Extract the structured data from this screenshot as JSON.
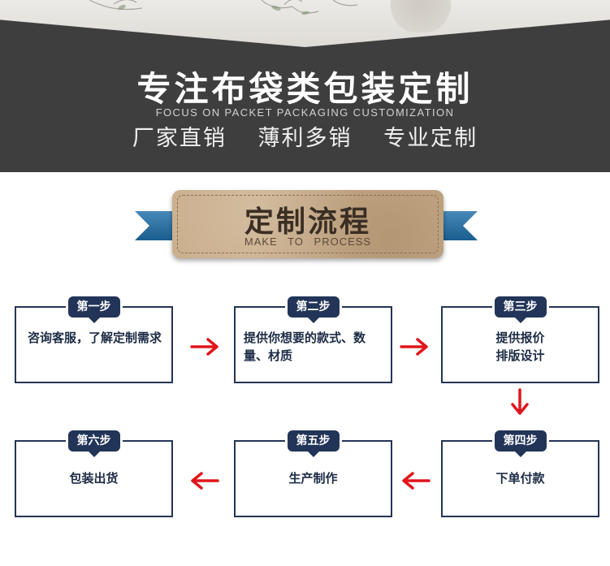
{
  "banner": {
    "title": "专注布袋类包装定制",
    "subtitle": "FOCUS ON PACKET PACKAGING CUSTOMIZATION",
    "slogans": [
      "厂家直销",
      "薄利多销",
      "专业定制"
    ]
  },
  "process": {
    "title": "定制流程",
    "subtitle": "MAKE TO PROCESS"
  },
  "steps": [
    {
      "label": "第一步",
      "text": "咨询客服，了解定制需求"
    },
    {
      "label": "第二步",
      "text": "提供你想要的款式、数量、材质"
    },
    {
      "label": "第三步",
      "text_lines": [
        "提供报价",
        "排版设计"
      ]
    },
    {
      "label": "第四步",
      "text": "下单付款"
    },
    {
      "label": "第五步",
      "text": "生产制作"
    },
    {
      "label": "第六步",
      "text": "包装出货"
    }
  ],
  "colors": {
    "banner_bg": "#3e3e3e",
    "step_border": "#243556",
    "arrow": "#e0161b",
    "ribbon": "#1f6fa8",
    "paper": "#c9ad8a"
  },
  "icons": [
    "right-arrow-icon",
    "down-arrow-icon",
    "left-arrow-icon"
  ]
}
